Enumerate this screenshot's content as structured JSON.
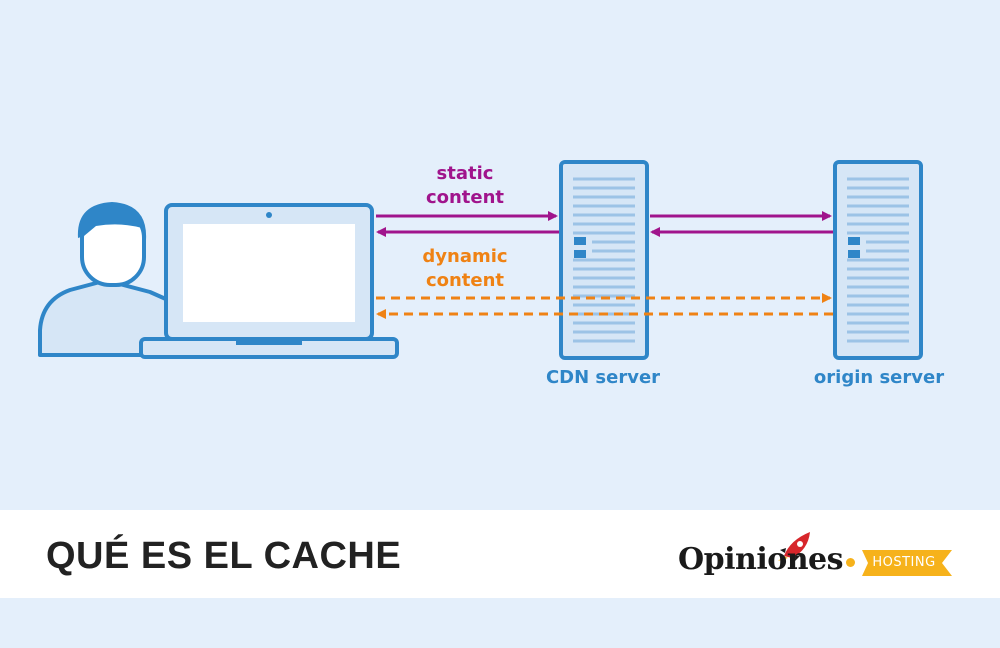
{
  "diagram": {
    "labels": {
      "static_line1": "static",
      "static_line2": "content",
      "dynamic_line1": "dynamic",
      "dynamic_line2": "content",
      "cdn": "CDN server",
      "origin": "origin server"
    },
    "colors": {
      "background": "#e4effb",
      "outline": "#2f86c8",
      "static": "#a0148c",
      "dynamic": "#ef8214",
      "server_fill": "#d6e6f6",
      "rack_lines": "#9cc3e6"
    },
    "icons": [
      "user-icon",
      "laptop-icon",
      "cdn-server-icon",
      "origin-server-icon"
    ]
  },
  "banner": {
    "title": "QUÉ ES EL CACHE",
    "logo": {
      "wordmark": "Opiniones",
      "ribbon": "HOSTING",
      "colors": {
        "ribbon": "#f6b21b",
        "rocket": "#d7262b"
      }
    }
  }
}
